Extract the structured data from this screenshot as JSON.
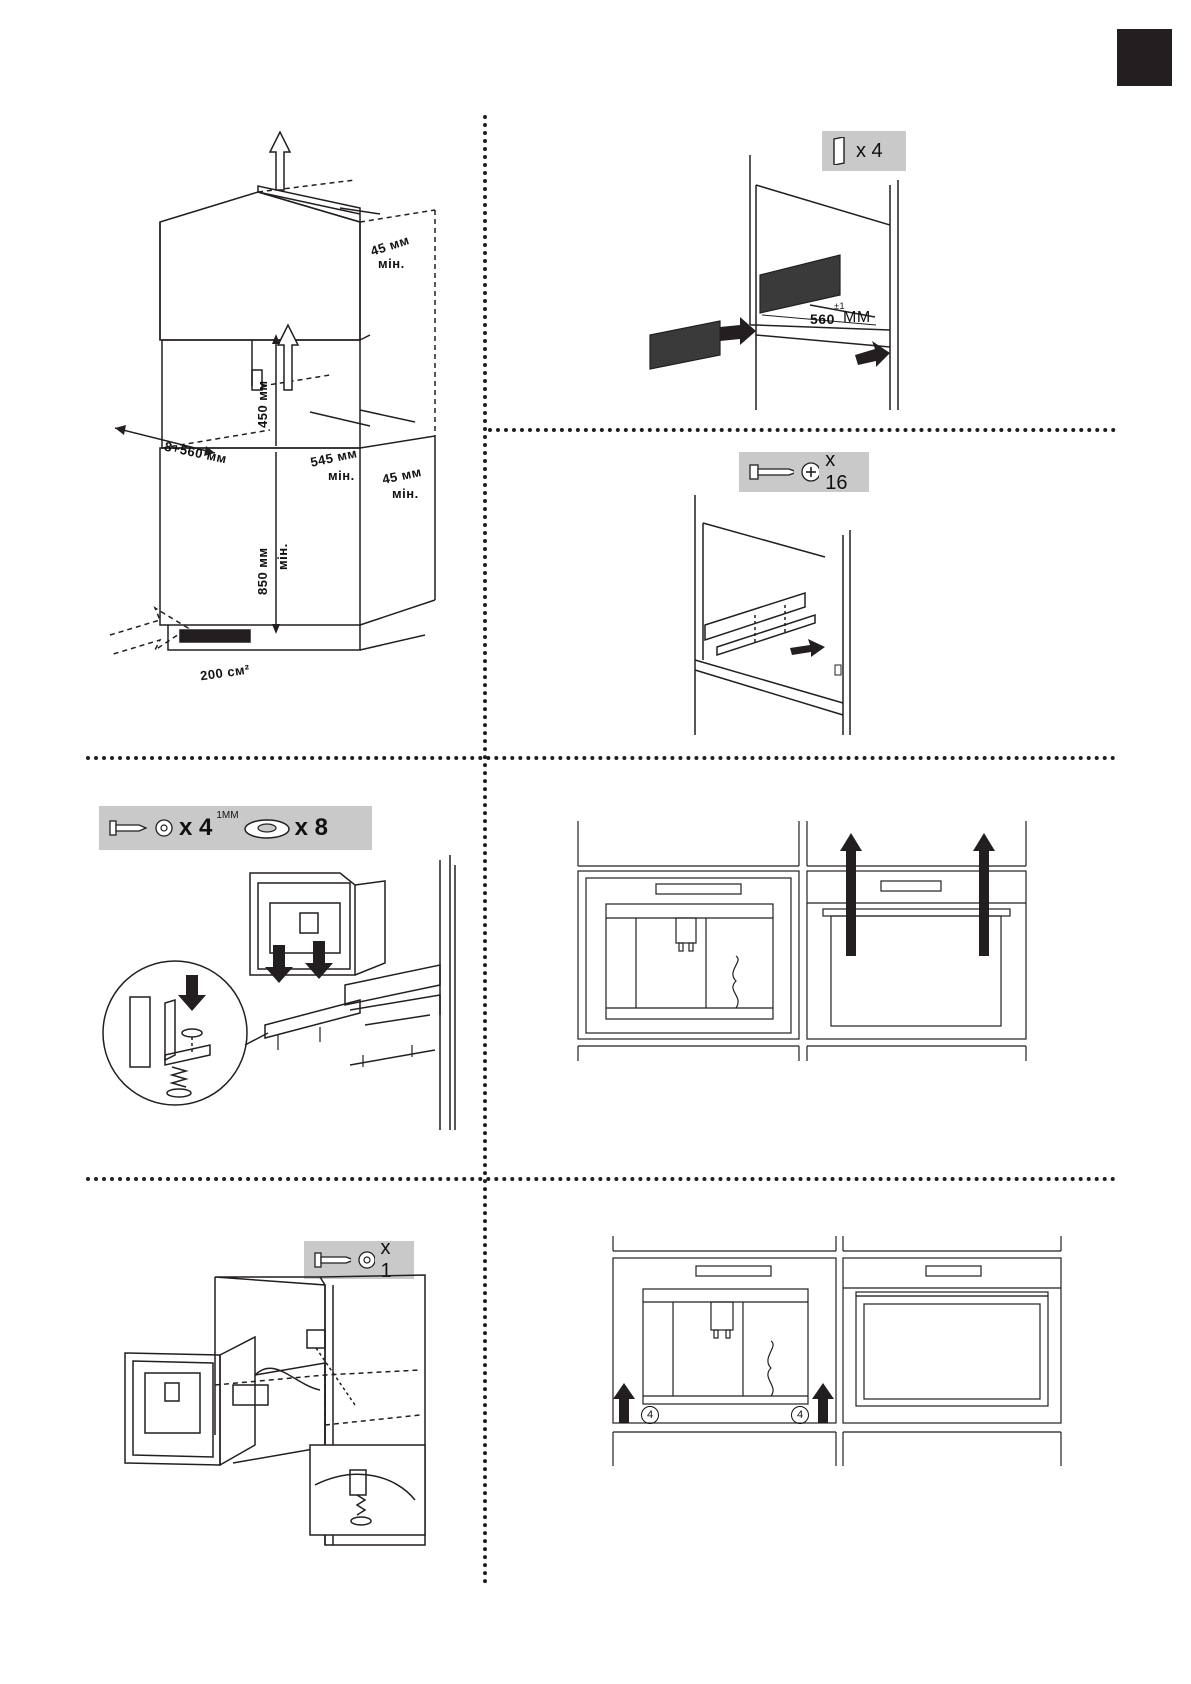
{
  "colors": {
    "ink": "#231f20",
    "badge_bg": "#c9c9c9",
    "panel_dark": "#3a3a3a"
  },
  "step1": {
    "dim_top": "45 мм",
    "dim_top_min": "мін.",
    "dim_width": "8+560 мм",
    "dim_depth": "545 мм",
    "dim_depth_min": "мін.",
    "dim_side": "45 мм",
    "dim_side_min": "мін.",
    "dim_height_450": "450 мм",
    "dim_height_850": "850 мм",
    "dim_height_850_min": "мін.",
    "vent_area": "200 см²"
  },
  "step2": {
    "badge_qty": "x 4",
    "dim_width": "560",
    "dim_tol": "±1",
    "dim_unit": "MM"
  },
  "step3": {
    "badge_qty": "x 16"
  },
  "step4": {
    "badge_qty_screws": "x 4",
    "washer_thickness": "1MM",
    "badge_qty_washers": "x 8"
  },
  "step6": {
    "badge_qty": "x 1"
  },
  "step7": {
    "circle_left": "4",
    "circle_right": "4"
  }
}
